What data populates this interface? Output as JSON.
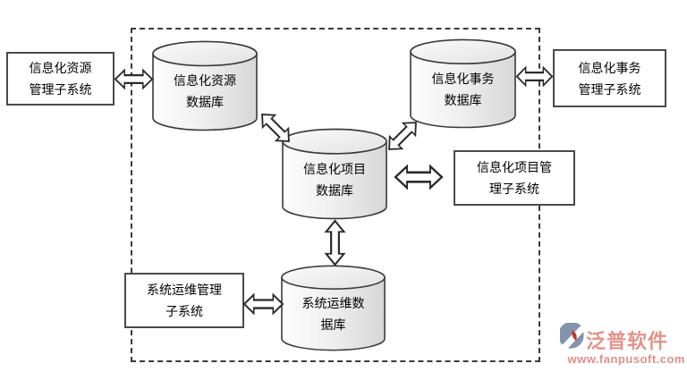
{
  "nodes": {
    "resource_box": {
      "line1": "信息化资源",
      "line2": "管理子系统"
    },
    "resource_db": {
      "line1": "信息化资源",
      "line2": "数据库"
    },
    "affairs_db": {
      "line1": "信息化事务",
      "line2": "数据库"
    },
    "affairs_box": {
      "line1": "信息化事务",
      "line2": "管理子系统"
    },
    "project_db": {
      "line1": "信息化项目",
      "line2": "数据库"
    },
    "project_box": {
      "line1": "信息化项目管",
      "line2": "理子系统"
    },
    "ops_box": {
      "line1": "系统运维管理",
      "line2": "子系统"
    },
    "ops_db": {
      "line1": "系统运维数",
      "line2": "据库"
    }
  },
  "logo": {
    "brand": "泛普软件",
    "url": "www.fanpusoft.com",
    "brand_color": "#e2938a",
    "url_color": "#dd9088",
    "icon_blue": "#8494ae",
    "icon_red": "#c23b2c"
  },
  "colors": {
    "shape_stroke": "#3a3a3a",
    "dashed_border": "#3a3a3a",
    "cylinder_fill_light": "#fdfdfd",
    "cylinder_fill_dark": "#d7d7d7",
    "background": "#ffffff"
  }
}
